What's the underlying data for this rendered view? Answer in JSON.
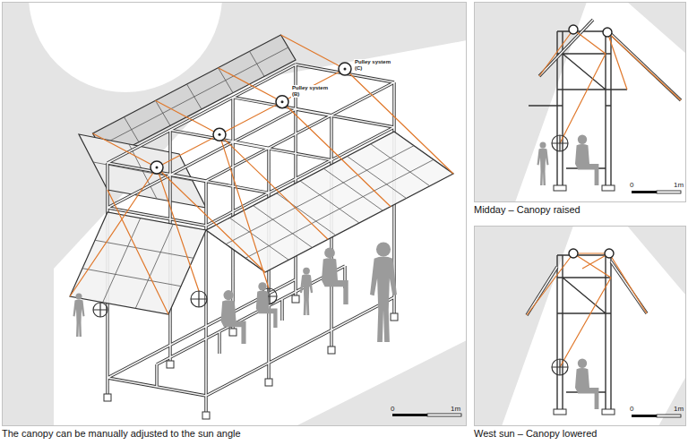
{
  "diagram": {
    "nodes": [
      {
        "text": [
          "The canopy can be manually adjusted to the sun angle"
        ]
      },
      {
        "text": [
          "Midday – Canopy raised"
        ]
      },
      {
        "text": [
          "West sun – Canopy lowered"
        ]
      }
    ],
    "labels": [
      "Pulley system (B)",
      "Pulley system (C)",
      "0",
      "1m",
      "0",
      "1m",
      "0",
      "1m"
    ]
  }
}
